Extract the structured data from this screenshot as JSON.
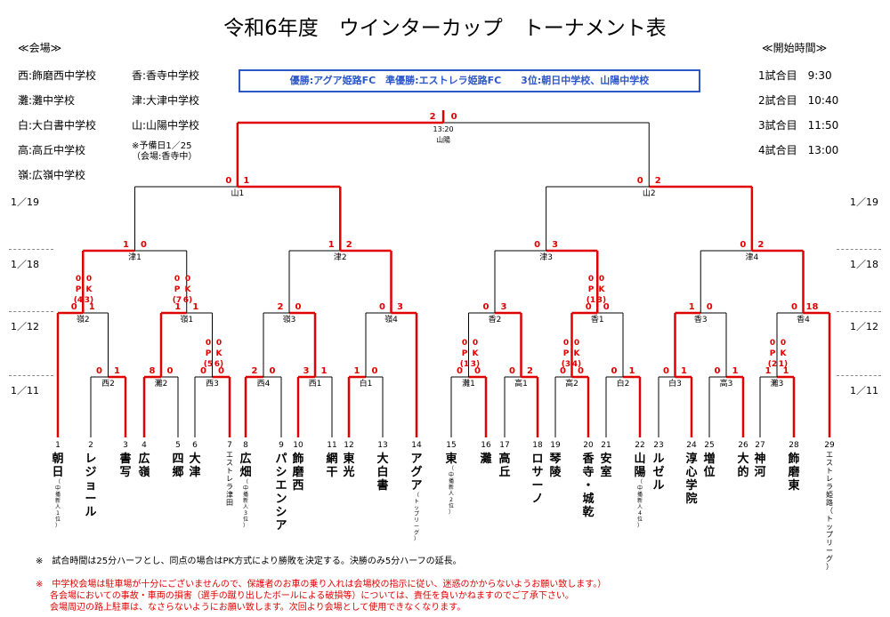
{
  "title": "令和6年度　ウインターカップ　トーナメント表",
  "venues_header": "≪会場≫",
  "times_header": "≪開始時間≫",
  "venues": [
    "西:飾磨西中学校",
    "香:香寺中学校",
    "灘:灘中学校",
    "津:大津中学校",
    "白:大白書中学校",
    "山:山陽中学校",
    "高:高丘中学校",
    "※予備日1／25",
    "嶺:広嶺中学校",
    "（会場:香寺中）"
  ],
  "times": [
    "1試合目　9:30",
    "2試合目　10:40",
    "3試合目　11:50",
    "4試合目　13:00"
  ],
  "results_banner": "優勝:アグア姫路FC　準優勝:エストレラ姫路FC　　3位:朝日中学校、山陽中学校",
  "dates": [
    "1／19",
    "1／18",
    "1／12",
    "1／11"
  ],
  "final": {
    "score_l": "2",
    "score_r": "0",
    "time": "13:20",
    "venue": "山陽"
  },
  "nodes": [
    {
      "label": "山1",
      "sl": "0",
      "sr": "1"
    },
    {
      "label": "山2",
      "sl": "0",
      "sr": "2"
    },
    {
      "label": "津1",
      "sl": "1",
      "sr": "0"
    },
    {
      "label": "津2",
      "sl": "1",
      "sr": "2"
    },
    {
      "label": "津3",
      "sl": "0",
      "sr": "3"
    },
    {
      "label": "津4",
      "sl": "0",
      "sr": "2"
    },
    {
      "label": "嶺2",
      "sl": "0",
      "sr": "1"
    },
    {
      "label": "嶺1",
      "sl": "1",
      "sr": "1"
    },
    {
      "label": "嶺3",
      "sl": "2",
      "sr": "0"
    },
    {
      "label": "嶺4",
      "sl": "0",
      "sr": "3"
    },
    {
      "label": "香2",
      "sl": "0",
      "sr": "3"
    },
    {
      "label": "香1",
      "sl": "0",
      "sr": "0"
    },
    {
      "label": "香3",
      "sl": "1",
      "sr": "0"
    },
    {
      "label": "香4",
      "sl": "0",
      "sr": "18"
    },
    {
      "label": "西2",
      "sl": "0",
      "sr": "1"
    },
    {
      "label": "灘2",
      "sl": "8",
      "sr": "0"
    },
    {
      "label": "西3",
      "sl": "0",
      "sr": "0"
    },
    {
      "label": "西4",
      "sl": "2",
      "sr": "0"
    },
    {
      "label": "西1",
      "sl": "3",
      "sr": "1"
    },
    {
      "label": "白1",
      "sl": "1",
      "sr": "0"
    },
    {
      "label": "灘1",
      "sl": "0",
      "sr": "0"
    },
    {
      "label": "高1",
      "sl": "0",
      "sr": "2"
    },
    {
      "label": "高2",
      "sl": "0",
      "sr": "0"
    },
    {
      "label": "白2",
      "sl": "0",
      "sr": "1"
    },
    {
      "label": "白3",
      "sl": "0",
      "sr": "1"
    },
    {
      "label": "高3",
      "sl": "0",
      "sr": "1"
    },
    {
      "label": "灘3",
      "sl": "1",
      "sr": "1"
    }
  ],
  "pk": [
    {
      "l": "P",
      "r": "K",
      "pl": "(4",
      "pr": "3)"
    },
    {
      "l": "P",
      "r": "K",
      "pl": "(7",
      "pr": "6)"
    },
    {
      "l": "P",
      "r": "K",
      "pl": "(5",
      "pr": "6)"
    },
    {
      "l": "P",
      "r": "K",
      "pl": "(1",
      "pr": "3)"
    },
    {
      "l": "P",
      "r": "K",
      "pl": "(1",
      "pr": "3)"
    },
    {
      "l": "P",
      "r": "K",
      "pl": "(3",
      "pr": "4)"
    },
    {
      "l": "P",
      "r": "K",
      "pl": "(2",
      "pr": "1)"
    }
  ],
  "teams": [
    {
      "num": "1",
      "name": "朝日",
      "note": "（中播新人1位）"
    },
    {
      "num": "2",
      "name": "レジョール",
      "note": ""
    },
    {
      "num": "3",
      "name": "書写",
      "note": ""
    },
    {
      "num": "4",
      "name": "広嶺",
      "note": ""
    },
    {
      "num": "5",
      "name": "四郷",
      "note": ""
    },
    {
      "num": "6",
      "name": "大津",
      "note": ""
    },
    {
      "num": "7",
      "name": "",
      "note": "エストレラ津田"
    },
    {
      "num": "8",
      "name": "広畑",
      "note": "（中播新人3位）"
    },
    {
      "num": "9",
      "name": "パシエンシア",
      "note": ""
    },
    {
      "num": "10",
      "name": "飾磨西",
      "note": ""
    },
    {
      "num": "11",
      "name": "網干",
      "note": ""
    },
    {
      "num": "12",
      "name": "東光",
      "note": ""
    },
    {
      "num": "13",
      "name": "大白書",
      "note": ""
    },
    {
      "num": "14",
      "name": "アグア",
      "note": "（トップリーグ）"
    },
    {
      "num": "15",
      "name": "東",
      "note": "（中播新人2位）"
    },
    {
      "num": "16",
      "name": "灘",
      "note": ""
    },
    {
      "num": "17",
      "name": "高丘",
      "note": ""
    },
    {
      "num": "18",
      "name": "ロサーノ",
      "note": ""
    },
    {
      "num": "19",
      "name": "琴陵",
      "note": ""
    },
    {
      "num": "20",
      "name": "香寺・城乾",
      "note": ""
    },
    {
      "num": "21",
      "name": "安室",
      "note": ""
    },
    {
      "num": "22",
      "name": "山陽",
      "note": "（中播新人4位）"
    },
    {
      "num": "23",
      "name": "ルゼル",
      "note": ""
    },
    {
      "num": "24",
      "name": "淳心学院",
      "note": ""
    },
    {
      "num": "25",
      "name": "増位",
      "note": ""
    },
    {
      "num": "26",
      "name": "大的",
      "note": ""
    },
    {
      "num": "27",
      "name": "神河",
      "note": ""
    },
    {
      "num": "28",
      "name": "飾磨東",
      "note": ""
    },
    {
      "num": "29",
      "name": "",
      "note": "エストレラ姫路（トップリーグ）"
    }
  ],
  "notes": [
    "※　試合時間は25分ハーフとし、同点の場合はPK方式により勝敗を決定する。決勝のみ5分ハーフの延長。",
    "※　中学校会場は駐車場が十分にございませんので、保護者のお車の乗り入れは会場校の指示に従い、迷惑のかからないようお願い致します。）",
    "各会場においての事故・車両の損害（選手の蹴り出したボールによる破損等）については、責任を負いかねますのでご了承下さい。",
    "会場周辺の路上駐車は、なさらないようにお願い致します。次回より会場として使用できなくなります。"
  ],
  "colors": {
    "win": "#e00000",
    "lose": "#000000",
    "banner": "#2b57c7"
  }
}
